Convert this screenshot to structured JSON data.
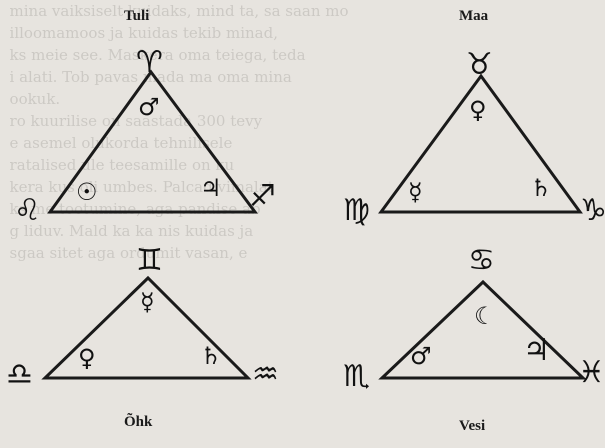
{
  "triangles": [
    {
      "title": "Tuli",
      "apex_sign": "♈",
      "apex_planet": "♂",
      "left_sign": "♌",
      "left_planet": "☉",
      "right_planet": "♃",
      "right_sign": "♐"
    },
    {
      "title": "Maa",
      "apex_sign": "♉",
      "apex_planet": "♀",
      "left_sign": "♍",
      "left_planet": "☿",
      "right_planet": "♄",
      "right_sign": "♑"
    },
    {
      "title": "Õhk",
      "apex_sign": "♊",
      "apex_planet": "☿",
      "left_sign": "♎",
      "left_planet": "♀",
      "right_planet": "♄",
      "right_sign": "♒"
    },
    {
      "title": "Vesi",
      "apex_sign": "♋",
      "apex_planet": "☾",
      "left_sign": "♏",
      "left_planet": "♂",
      "right_planet": "♃",
      "right_sign": "♓"
    }
  ],
  "colors": {
    "ink": "#1a1a1a",
    "paper": "#e7e4df"
  }
}
